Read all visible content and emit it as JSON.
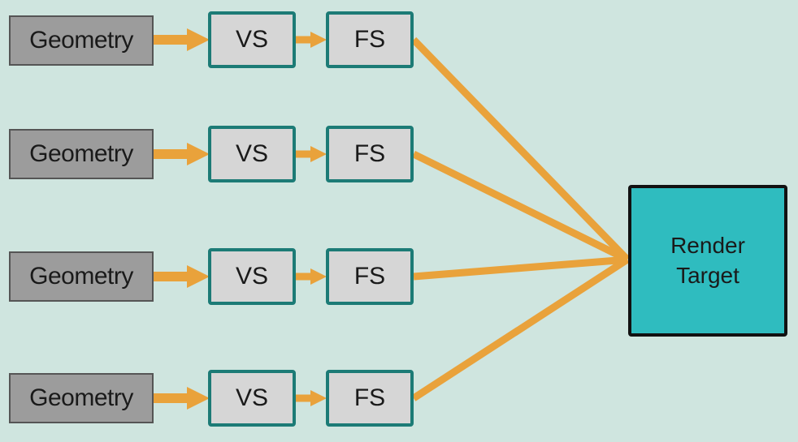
{
  "colors": {
    "background": "#cfe5df",
    "arrow": "#e9a23b",
    "geometry_fill": "#9c9c9c",
    "shader_fill": "#d6d6d6",
    "shader_border": "#1c7b76",
    "render_target_fill": "#2fbcbf"
  },
  "pipelines": [
    {
      "geometry": "Geometry",
      "vs": "VS",
      "fs": "FS"
    },
    {
      "geometry": "Geometry",
      "vs": "VS",
      "fs": "FS"
    },
    {
      "geometry": "Geometry",
      "vs": "VS",
      "fs": "FS"
    },
    {
      "geometry": "Geometry",
      "vs": "VS",
      "fs": "FS"
    }
  ],
  "render_target": {
    "line1": "Render",
    "line2": "Target"
  }
}
